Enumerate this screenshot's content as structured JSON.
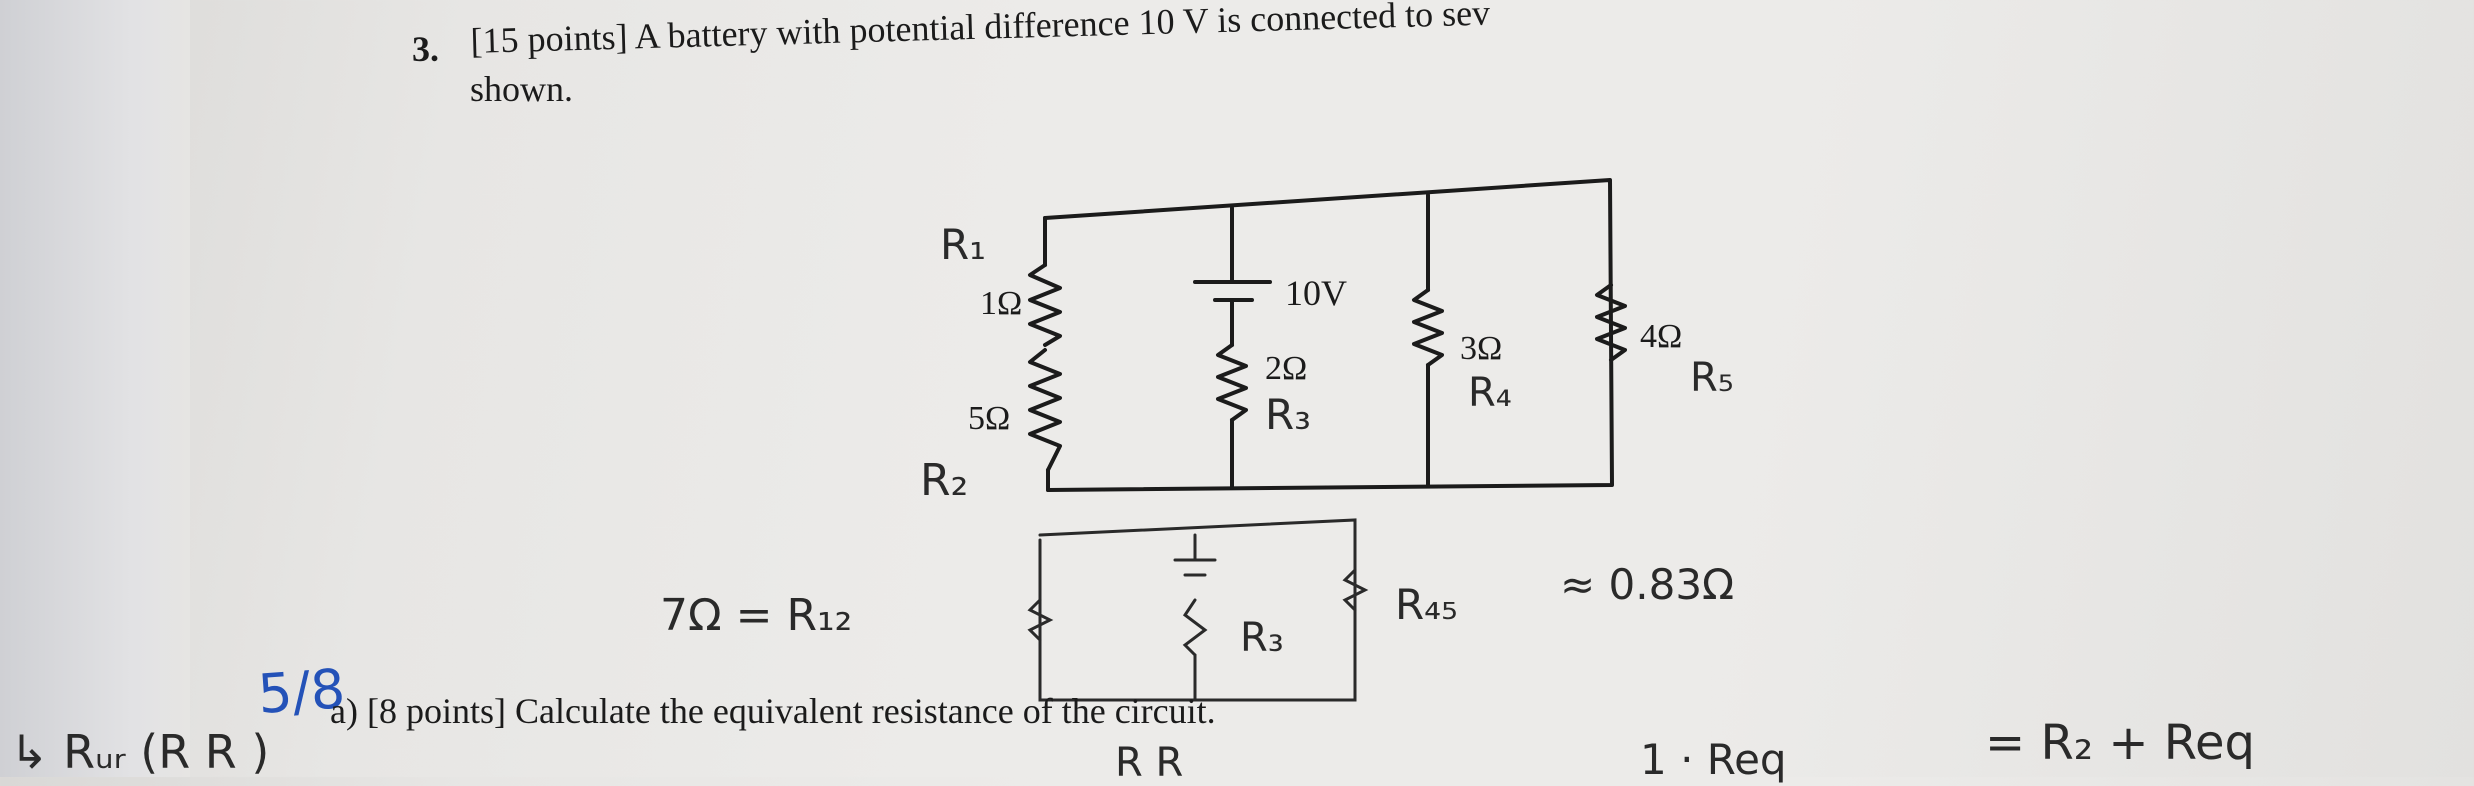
{
  "question": {
    "number": "3.",
    "text_line1": "[15 points] A battery with potential difference 10 V is connected to sev",
    "text_line2": "shown.",
    "part_a": "a)  [8 points] Calculate the equivalent resistance of the circuit."
  },
  "circuit": {
    "resistors": [
      {
        "label": "1Ω",
        "annotation": "R₁"
      },
      {
        "label": "5Ω",
        "annotation": "R₂"
      },
      {
        "label": "2Ω",
        "annotation": "R₃"
      },
      {
        "label": "3Ω",
        "annotation": "R₄"
      },
      {
        "label": "4Ω",
        "annotation": "R₅"
      }
    ],
    "battery_label": "10V"
  },
  "handwriting": {
    "score": "5/8",
    "r12": "7Ω = R₁₂",
    "r3": "R₃",
    "r45": "R₄₅",
    "r45_value": "≈ 0.83Ω",
    "bottom_left": "↳ Rᵤᵣ (R  R )",
    "bottom_mid": "R R",
    "bottom_right1": "1 · Req",
    "bottom_right2": "= R₂ + Req"
  },
  "colors": {
    "ink": "#1b1b1b",
    "pencil": "#2a2a2a",
    "pen_blue": "#2452b8"
  }
}
